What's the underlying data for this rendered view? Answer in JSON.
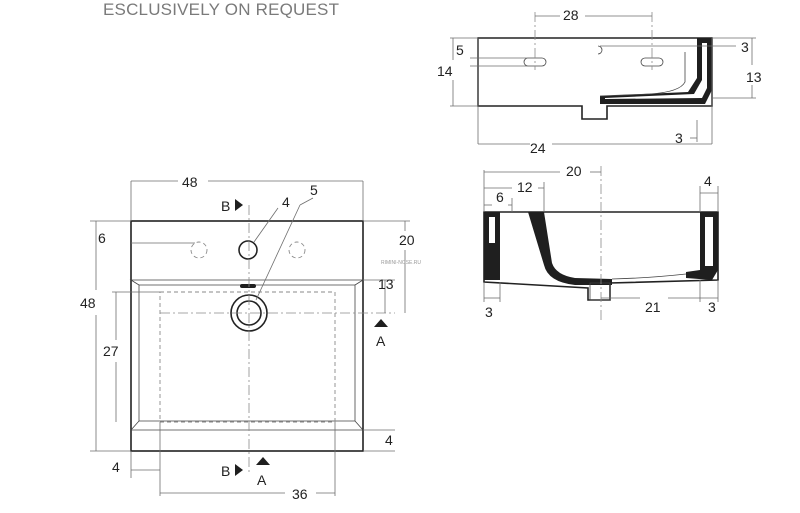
{
  "title": "ESCLUSIVELY ON REQUEST",
  "watermark": "RIMINI-NOSE.RU",
  "top_view": {
    "dims": {
      "overall_width": "48",
      "overall_depth": "48",
      "tap_hole_dia": "4",
      "waste_dia": "5",
      "side_hole_offset": "6",
      "back_to_waste": "20",
      "front_ledge": "13",
      "bowl_depth": "27",
      "front_rim": "4",
      "side_rim": "4",
      "bowl_width": "36"
    },
    "section_marks": {
      "top_b": "B",
      "bottom_b": "B",
      "right_a": "A",
      "bottom_a": "A"
    }
  },
  "section_view_1": {
    "dims": {
      "hole_spacing": "28",
      "hole_dia": "5",
      "height": "14",
      "wall_top": "3",
      "basin_height": "13",
      "width": "24",
      "wall_bottom": "3"
    }
  },
  "section_view_2": {
    "dims": {
      "to_waste": "20",
      "to_bowl": "12",
      "hole_offset": "6",
      "wall_right": "4",
      "left_wall": "3",
      "waste_to_wall": "21",
      "right_wall": "3"
    }
  }
}
